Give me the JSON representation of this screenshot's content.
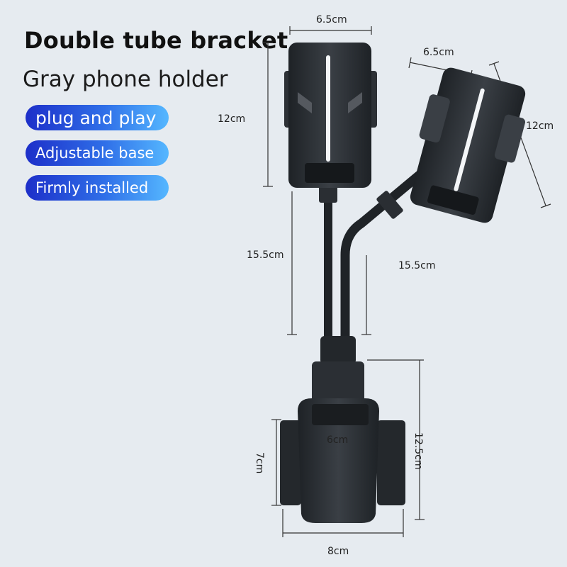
{
  "heading": {
    "title": "Double tube bracket",
    "subtitle": "Gray phone holder"
  },
  "features": [
    {
      "label": "plug and play"
    },
    {
      "label": "Adjustable base"
    },
    {
      "label": "Firmly installed"
    }
  ],
  "dimensions": {
    "left_width": "6.5cm",
    "right_width": "6.5cm",
    "left_height": "12cm",
    "right_height": "12cm",
    "left_tube": "15.5cm",
    "right_tube": "15.5cm",
    "base_height": "12.5cm",
    "cup_inner": "6cm",
    "cup_side": "7cm",
    "base_width": "8cm"
  },
  "colors": {
    "badge_start": "#1d2fc9",
    "badge_end": "#55b7ff",
    "background": "#e6ebf0",
    "product": "#2b2f34"
  }
}
